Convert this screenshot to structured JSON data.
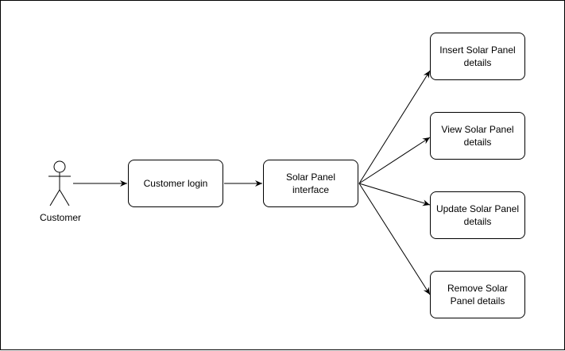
{
  "actor": {
    "label": "Customer"
  },
  "nodes": {
    "login": "Customer login",
    "interface": "Solar Panel interface",
    "insert": "Insert Solar Panel details",
    "view": "View Solar Panel details",
    "update": "Update Solar Panel details",
    "remove": "Remove Solar Panel details"
  },
  "edges": [
    {
      "from": "actor",
      "to": "login"
    },
    {
      "from": "login",
      "to": "interface"
    },
    {
      "from": "interface",
      "to": "insert"
    },
    {
      "from": "interface",
      "to": "view"
    },
    {
      "from": "interface",
      "to": "update"
    },
    {
      "from": "interface",
      "to": "remove"
    }
  ],
  "colors": {
    "stroke": "#000000",
    "fill": "#ffffff"
  }
}
